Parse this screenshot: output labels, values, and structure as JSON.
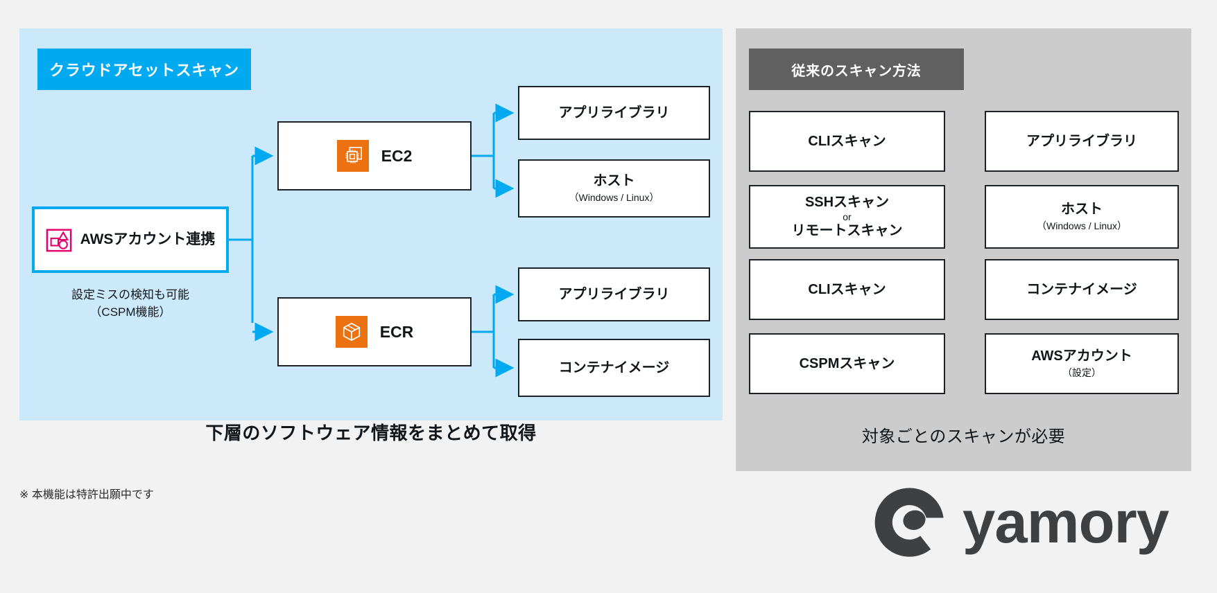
{
  "left_panel": {
    "chip_label": "クラウドアセットスキャン",
    "accent_color": "#00a9f0",
    "background_color": "#cbe9fb",
    "source_box": {
      "label": "AWSアカウント連携",
      "icon": "shapes-square-icon",
      "icon_color": "#e5006e"
    },
    "source_caption_line1": "設定ミスの検知も可能",
    "source_caption_line2": "（CSPM機能）",
    "services": [
      {
        "label": "EC2",
        "icon": "aws-ec2-chip-icon",
        "icon_color": "#ec7211"
      },
      {
        "label": "ECR",
        "icon": "aws-ecr-cube-icon",
        "icon_color": "#ec7211"
      }
    ],
    "outputs": [
      {
        "title": "アプリライブラリ",
        "sub": ""
      },
      {
        "title": "ホスト",
        "sub": "（Windows / Linux）"
      },
      {
        "title": "アプリライブラリ",
        "sub": ""
      },
      {
        "title": "コンテナイメージ",
        "sub": ""
      }
    ],
    "bottom_caption": "下層のソフトウェア情報をまとめて取得"
  },
  "right_panel": {
    "chip_label": "従来のスキャン方法",
    "chip_color": "#606060",
    "background_color": "#cccccc",
    "scan_methods": [
      {
        "line1": "CLIスキャン",
        "line2": "",
        "line3": ""
      },
      {
        "line1": "SSHスキャン",
        "line2": "or",
        "line3": "リモートスキャン"
      },
      {
        "line1": "CLIスキャン",
        "line2": "",
        "line3": ""
      },
      {
        "line1": "CSPMスキャン",
        "line2": "",
        "line3": ""
      }
    ],
    "targets": [
      {
        "title": "アプリライブラリ",
        "sub": ""
      },
      {
        "title": "ホスト",
        "sub": "（Windows / Linux）"
      },
      {
        "title": "コンテナイメージ",
        "sub": ""
      },
      {
        "title": "AWSアカウント",
        "sub": "（設定）"
      }
    ],
    "bottom_caption": "対象ごとのスキャンが必要"
  },
  "footnote": "※ 本機能は特許出願中です",
  "logo": {
    "text": "yamory",
    "color": "#3f4042",
    "mark": "yamory-eye-icon"
  }
}
